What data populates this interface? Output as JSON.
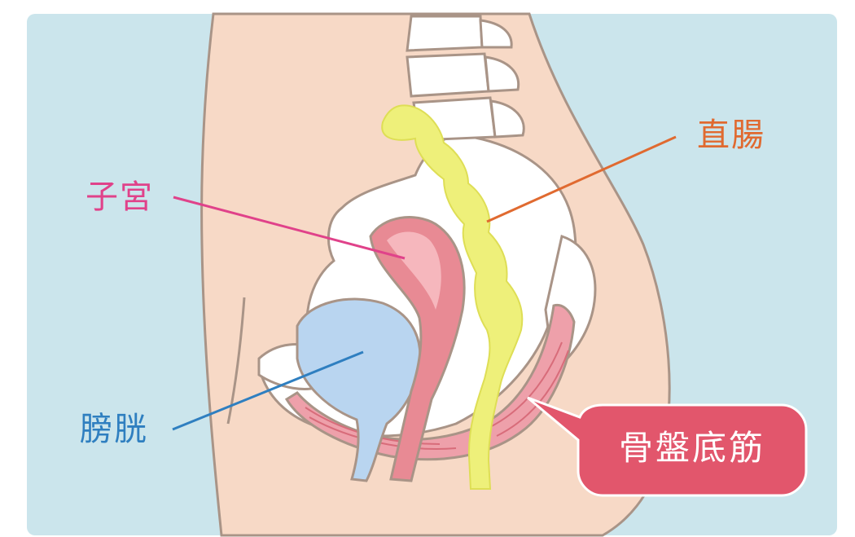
{
  "labels": {
    "uterus": "子宮",
    "rectum": "直腸",
    "bladder": "膀胱",
    "pelvic_floor": "骨盤底筋"
  },
  "colors": {
    "background": "#cbe5ec",
    "skin": "#f7d9c6",
    "outline": "#a99487",
    "cavity": "#ffffff",
    "bone": "#ffffff",
    "rectum": "#eef07a",
    "uterus": "#e88a94",
    "uterus_inner": "#f6b7bd",
    "bladder": "#b9d5f0",
    "pelvic_floor": "#eea0aa",
    "uterus_label": "#e0428a",
    "rectum_label": "#e06a30",
    "bladder_label": "#2f7fc0",
    "pelvic_badge": "#e2566c"
  }
}
